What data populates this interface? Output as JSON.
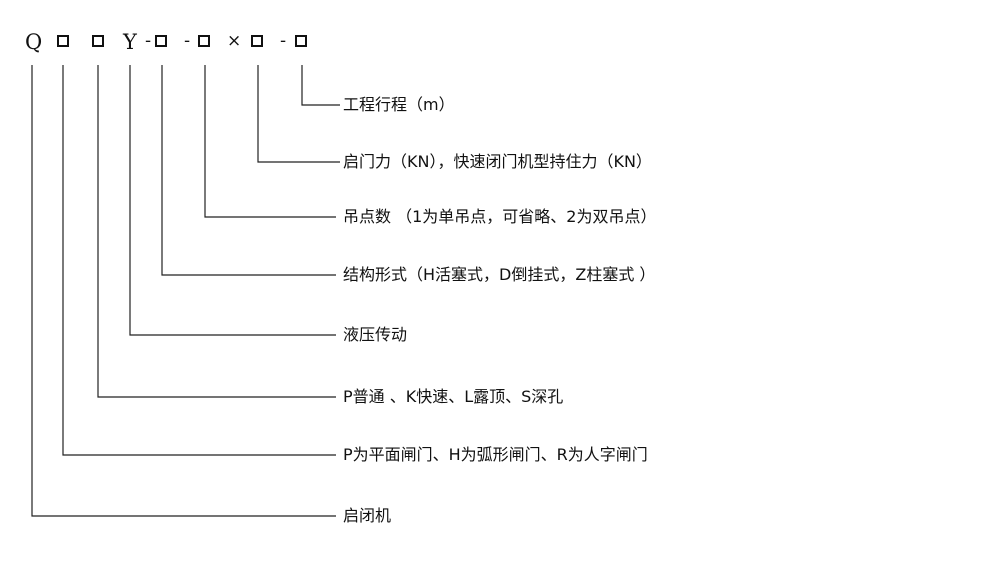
{
  "code": {
    "prefix": "Q",
    "hydraulic_letter": "Y",
    "dash": "-",
    "times": "×"
  },
  "labels": [
    "工程行程（m）",
    "启门力（KN），快速闭门机型持住力（KN）",
    "吊点数 （1为单吊点，可省略、2为双吊点）",
    "结构形式（H活塞式，D倒挂式，Z柱塞式 ）",
    "液压传动",
    "P普通 、K快速、L露顶、S深孔",
    "P为平面闸门、H为弧形闸门、R为人字闸门",
    "启闭机"
  ]
}
